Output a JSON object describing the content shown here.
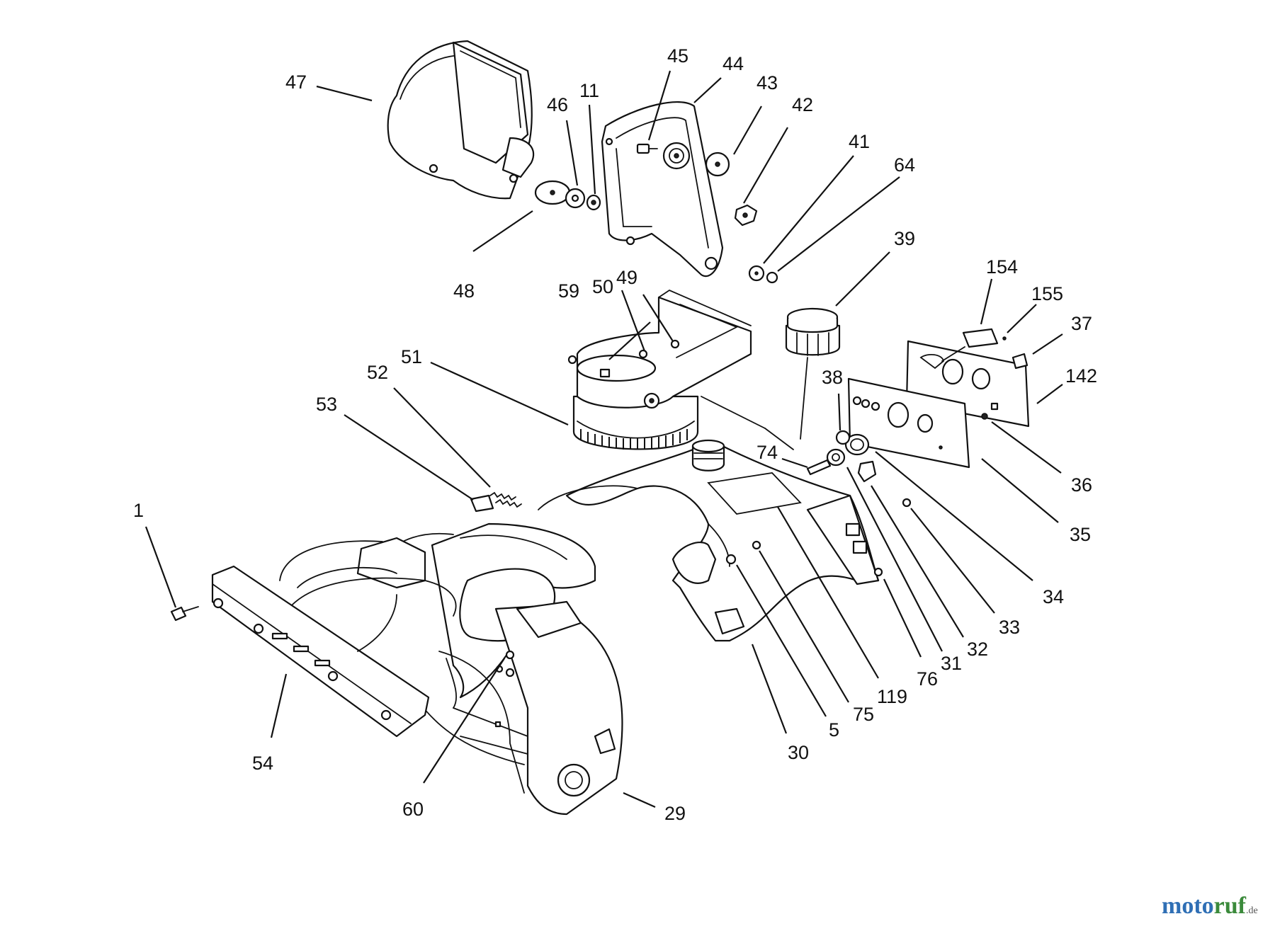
{
  "parts": {
    "1": "1",
    "5": "5",
    "11": "11",
    "29": "29",
    "30": "30",
    "31": "31",
    "32": "32",
    "33": "33",
    "34": "34",
    "35": "35",
    "36": "36",
    "37": "37",
    "38": "38",
    "39": "39",
    "41": "41",
    "42": "42",
    "43": "43",
    "44": "44",
    "45": "45",
    "46": "46",
    "47": "47",
    "48": "48",
    "49": "49",
    "50": "50",
    "51": "51",
    "52": "52",
    "53": "53",
    "54": "54",
    "59": "59",
    "60": "60",
    "64": "64",
    "74": "74",
    "75": "75",
    "76": "76",
    "119": "119",
    "142": "142",
    "154": "154",
    "155": "155"
  },
  "watermark": {
    "brand_a": "moto",
    "brand_b": "ruf",
    "suffix": ".de"
  }
}
